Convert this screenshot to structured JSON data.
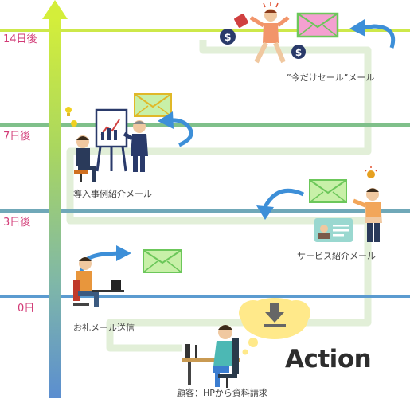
{
  "timeline": {
    "days": [
      {
        "label": "14日後"
      },
      {
        "label": "7日後"
      },
      {
        "label": "3日後"
      },
      {
        "label": "0日"
      }
    ]
  },
  "steps": {
    "customer_request": "顧客：HPから資料請求",
    "thanks_mail": "お礼メール送信",
    "service_mail": "サービス紹介メール",
    "case_mail": "導入事例紹介メール",
    "limited_mail": "”今だけセール”メール"
  },
  "action_label": "Action",
  "colors": {
    "day_label": "#d23a76",
    "line_top": "#cde84a",
    "line_mid": "#7fc08a",
    "line_low": "#70a8b8",
    "line_bottom": "#5b9bd0",
    "envelope_green": "#c8f0a8",
    "envelope_pink": "#f4a0d0",
    "arrow_blue": "#3d8fd8",
    "cloud": "#ffe98a"
  },
  "icons": [
    "up-arrow-icon",
    "download-icon",
    "envelope-icon",
    "curved-arrow-icon",
    "dollar-icon",
    "lightbulb-icon",
    "id-card-icon",
    "presentation-board-icon"
  ]
}
